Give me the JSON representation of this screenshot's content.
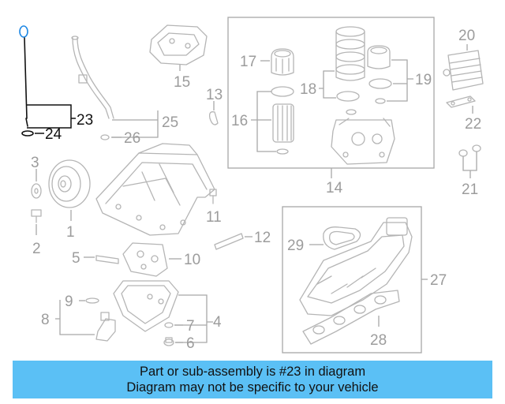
{
  "diagram": {
    "highlight_color": "#111111",
    "part_color": "#b5b5b5",
    "dipstick_tip_color": "#1e88e5",
    "callouts": {
      "c1": "1",
      "c2": "2",
      "c3": "3",
      "c4": "4",
      "c5": "5",
      "c6": "6",
      "c7": "7",
      "c8": "8",
      "c9": "9",
      "c10": "10",
      "c11": "11",
      "c12": "12",
      "c13": "13",
      "c14": "14",
      "c15": "15",
      "c16": "16",
      "c17": "17",
      "c18": "18",
      "c19": "19",
      "c20": "20",
      "c21": "21",
      "c22": "22",
      "c23": "23",
      "c24": "24",
      "c25": "25",
      "c26": "26",
      "c27": "27",
      "c28": "28",
      "c29": "29"
    }
  },
  "footer": {
    "line1": "Part or sub-assembly is #23 in diagram",
    "line2": "Diagram may not be specific to your vehicle",
    "background": "#5bc0f5"
  }
}
